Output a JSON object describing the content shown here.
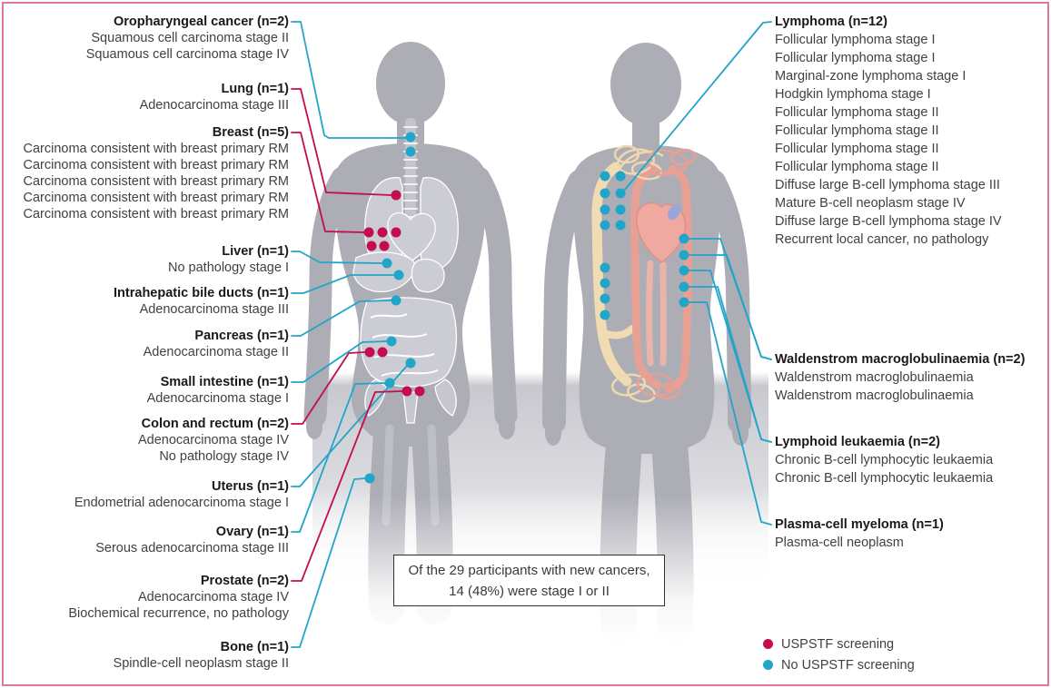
{
  "figure": {
    "summary_box": {
      "line1": "Of the 29 participants with new cancers,",
      "line2": "14 (48%) were stage I or II"
    },
    "legend": {
      "items": [
        {
          "label": "USPSTF screening",
          "color": "#C40D4E"
        },
        {
          "label": "No USPSTF screening",
          "color": "#21A5C9"
        }
      ]
    },
    "colors": {
      "uspstf_screening": "#C40D4E",
      "no_uspstf_screening": "#21A5C9",
      "frame_border": "#E0789A",
      "silhouette": "#ACADB5"
    },
    "left_sections": [
      {
        "header": "Oropharyngeal cancer (n=2)",
        "screening": "No USPSTF screening",
        "items": [
          "Squamous cell carcinoma stage II",
          "Squamous cell carcinoma stage IV"
        ]
      },
      {
        "header": "Lung (n=1)",
        "screening": "USPSTF screening",
        "items": [
          "Adenocarcinoma stage III"
        ]
      },
      {
        "header": "Breast (n=5)",
        "screening": "USPSTF screening",
        "items": [
          "Carcinoma consistent with breast primary RM",
          "Carcinoma consistent with breast primary RM",
          "Carcinoma consistent with breast primary RM",
          "Carcinoma consistent with breast primary RM",
          "Carcinoma consistent with breast primary RM"
        ]
      },
      {
        "header": "Liver (n=1)",
        "screening": "No USPSTF screening",
        "items": [
          "No pathology stage I"
        ]
      },
      {
        "header": "Intrahepatic bile ducts (n=1)",
        "screening": "No USPSTF screening",
        "items": [
          "Adenocarcinoma stage III"
        ]
      },
      {
        "header": "Pancreas (n=1)",
        "screening": "No USPSTF screening",
        "items": [
          "Adenocarcinoma stage II"
        ]
      },
      {
        "header": "Small intestine (n=1)",
        "screening": "No USPSTF screening",
        "items": [
          "Adenocarcinoma stage I"
        ]
      },
      {
        "header": "Colon and rectum (n=2)",
        "screening": "USPSTF screening",
        "items": [
          "Adenocarcinoma stage IV",
          "No pathology stage IV"
        ]
      },
      {
        "header": "Uterus (n=1)",
        "screening": "No USPSTF screening",
        "items": [
          "Endometrial adenocarcinoma stage I"
        ]
      },
      {
        "header": "Ovary (n=1)",
        "screening": "No USPSTF screening",
        "items": [
          "Serous adenocarcinoma stage III"
        ]
      },
      {
        "header": "Prostate (n=2)",
        "screening": "USPSTF screening",
        "items": [
          "Adenocarcinoma stage IV",
          "Biochemical recurrence, no pathology"
        ]
      },
      {
        "header": "Bone (n=1)",
        "screening": "No USPSTF screening",
        "items": [
          "Spindle-cell neoplasm stage II"
        ]
      }
    ],
    "right_sections": [
      {
        "header": "Lymphoma (n=12)",
        "screening": "No USPSTF screening",
        "items": [
          "Follicular lymphoma stage I",
          "Follicular lymphoma stage I",
          "Marginal-zone lymphoma stage I",
          "Hodgkin lymphoma stage I",
          "Follicular lymphoma stage II",
          "Follicular lymphoma stage II",
          "Follicular lymphoma stage II",
          "Follicular lymphoma stage II",
          "Diffuse large B-cell lymphoma stage III",
          "Mature B-cell neoplasm stage IV",
          "Diffuse large B-cell lymphoma stage IV",
          "Recurrent local cancer, no pathology"
        ]
      },
      {
        "header": "Waldenstrom macroglobulinaemia (n=2)",
        "screening": "No USPSTF screening",
        "items": [
          "Waldenstrom macroglobulinaemia",
          "Waldenstrom macroglobulinaemia"
        ]
      },
      {
        "header": "Lymphoid leukaemia (n=2)",
        "screening": "No USPSTF screening",
        "items": [
          "Chronic B-cell lymphocytic leukaemia",
          "Chronic B-cell lymphocytic leukaemia"
        ]
      },
      {
        "header": "Plasma-cell myeloma (n=1)",
        "screening": "No USPSTF screening",
        "items": [
          "Plasma-cell neoplasm"
        ]
      }
    ]
  }
}
